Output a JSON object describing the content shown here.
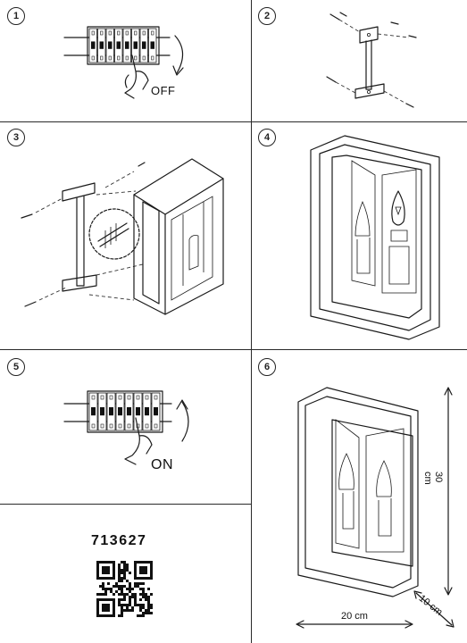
{
  "steps": [
    {
      "number": "1",
      "label": "OFF"
    },
    {
      "number": "2"
    },
    {
      "number": "3"
    },
    {
      "number": "4"
    },
    {
      "number": "5",
      "label": "ON"
    },
    {
      "number": "6"
    }
  ],
  "product": {
    "article_code": "713627"
  },
  "dimensions": {
    "height": "30 cm",
    "width": "20 cm",
    "depth": "10 cm"
  },
  "icons": [
    "switch-panel-icon",
    "hand-icon",
    "rotate-arrow-icon",
    "bracket-icon",
    "screw-icon",
    "wall-lamp-icon",
    "candle-bulb-icon",
    "qr-code-icon"
  ]
}
